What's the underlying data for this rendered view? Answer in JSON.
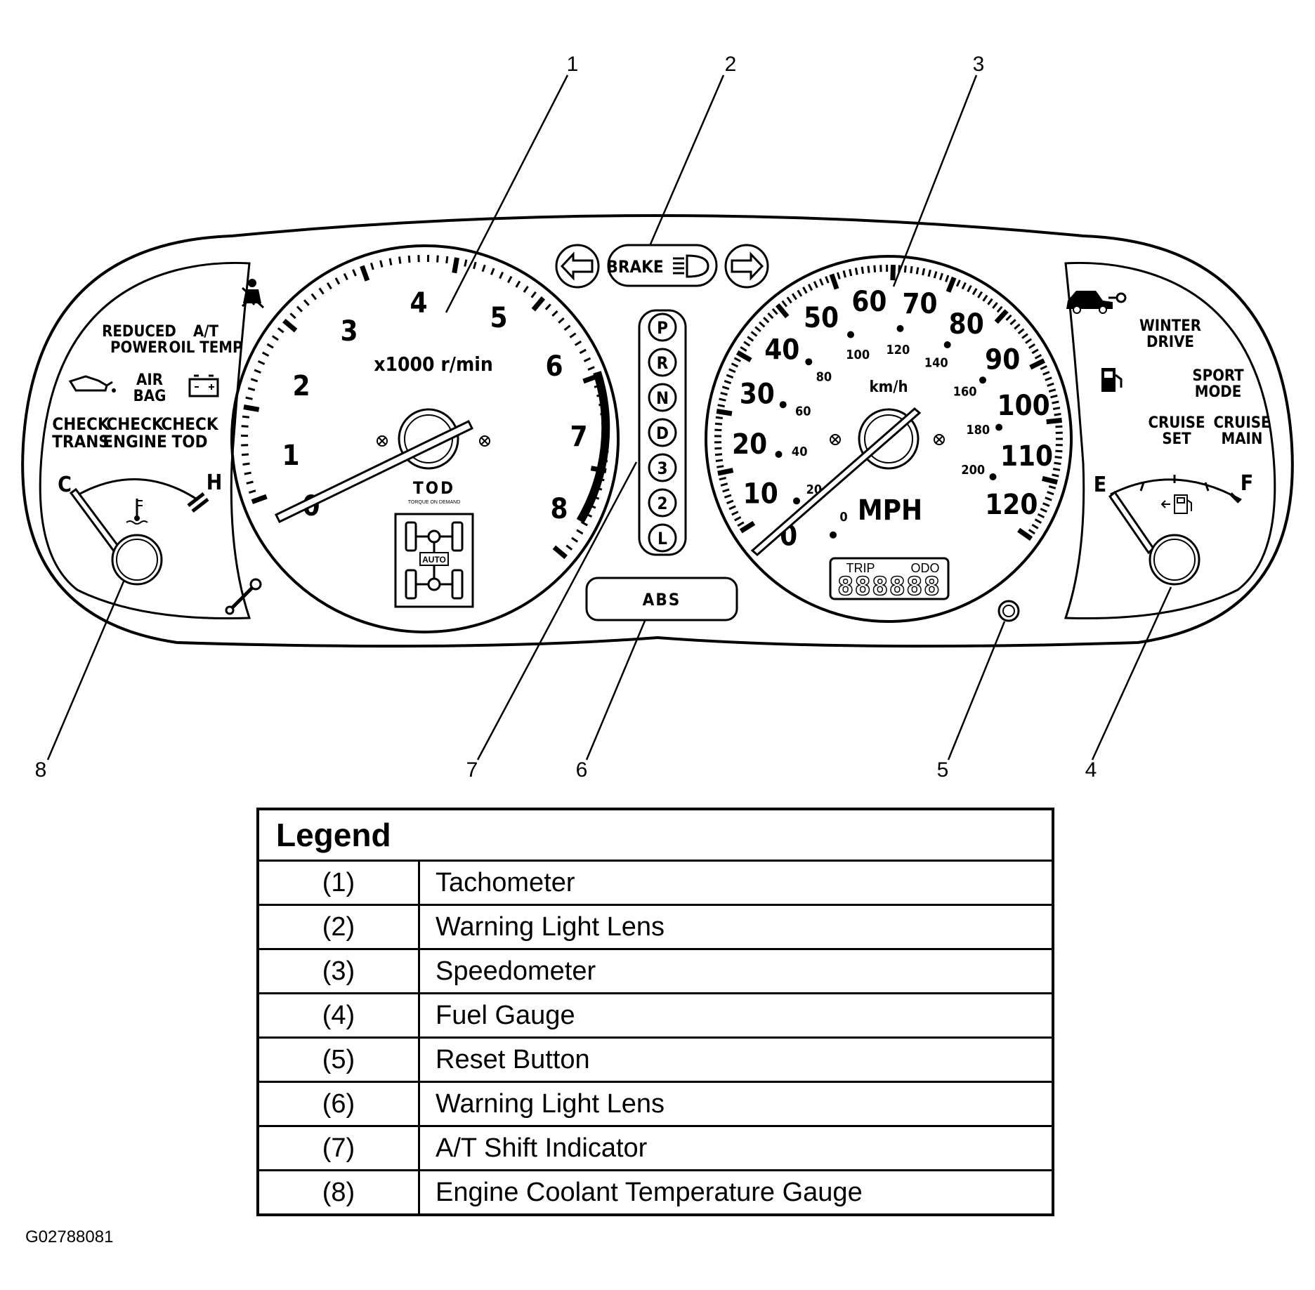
{
  "callouts": [
    "1",
    "2",
    "3",
    "4",
    "5",
    "6",
    "7",
    "8"
  ],
  "tachometer": {
    "scale_labels": [
      "0",
      "1",
      "2",
      "3",
      "4",
      "5",
      "6",
      "7",
      "8"
    ],
    "unit": "x1000 r/min",
    "badge": "TOD",
    "badge_sub": "TORQUE ON DEMAND",
    "mode_label": "AUTO"
  },
  "speedometer": {
    "mph_labels": [
      "0",
      "10",
      "20",
      "30",
      "40",
      "50",
      "60",
      "70",
      "80",
      "90",
      "100",
      "110",
      "120"
    ],
    "kmh_labels": [
      "0",
      "20",
      "40",
      "60",
      "80",
      "100",
      "120",
      "140",
      "160",
      "180",
      "200"
    ],
    "kmh_unit": "km/h",
    "mph_unit": "MPH",
    "trip_label": "TRIP",
    "odo_label": "ODO",
    "odometer_digits": "888888"
  },
  "top_warning_lens": {
    "brake_label": "BRAKE"
  },
  "shift_indicator": [
    "P",
    "R",
    "N",
    "D",
    "3",
    "2",
    "L"
  ],
  "abs_lens": {
    "label": "ABS"
  },
  "left_indicators": {
    "reduced_power": "REDUCED POWER",
    "at_oil_temp": "A/T OIL TEMP",
    "air_bag": "AIR BAG",
    "check_trans": "CHECK TRANS",
    "check_engine": "CHECK ENGINE",
    "check_tod": "CHECK TOD"
  },
  "coolant_gauge": {
    "cold": "C",
    "hot": "H"
  },
  "right_indicators": {
    "winter_drive": "WINTER DRIVE",
    "sport_mode": "SPORT MODE",
    "cruise_set": "CRUISE SET",
    "cruise_main": "CRUISE MAIN"
  },
  "fuel_gauge": {
    "empty": "E",
    "full": "F"
  },
  "legend": {
    "title": "Legend",
    "rows": [
      {
        "num": "(1)",
        "desc": "Tachometer"
      },
      {
        "num": "(2)",
        "desc": "Warning Light Lens"
      },
      {
        "num": "(3)",
        "desc": "Speedometer"
      },
      {
        "num": "(4)",
        "desc": "Fuel Gauge"
      },
      {
        "num": "(5)",
        "desc": "Reset Button"
      },
      {
        "num": "(6)",
        "desc": "Warning Light Lens"
      },
      {
        "num": "(7)",
        "desc": "A/T Shift Indicator"
      },
      {
        "num": "(8)",
        "desc": "Engine Coolant Temperature Gauge"
      }
    ]
  },
  "figure_id": "G02788081"
}
